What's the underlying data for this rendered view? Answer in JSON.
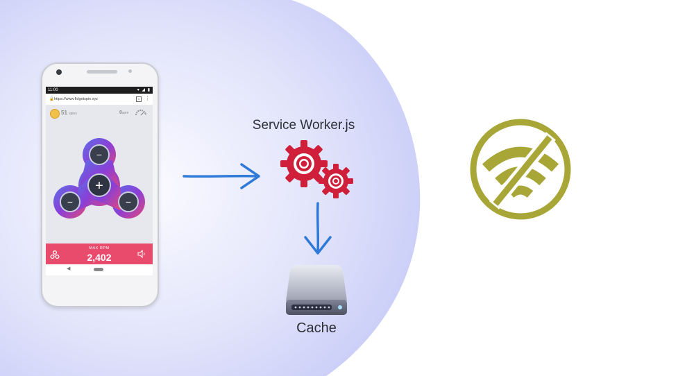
{
  "phone": {
    "status_time": "11:00",
    "status_icons": "▾ ◢ ▮",
    "url": "https://www.fidgetspin.xyz",
    "tab_count": "1",
    "menu_icon": "overflow-menu-icon",
    "spin_count": "51",
    "spin_unit": "spins",
    "spm_value": "0",
    "spm_unit": "spm",
    "max_rpm_label": "MAX RPM",
    "max_rpm_value": "2,402",
    "spinner_buttons": [
      "−",
      "+",
      "−",
      "−"
    ]
  },
  "diagram": {
    "service_worker_label": "Service Worker.js",
    "cache_label": "Cache",
    "arrow_color": "#2f7ad6",
    "gear_color": "#cf1f3a",
    "offline_icon_color": "#a7a636",
    "bubble_color": "#c7cbf7"
  }
}
